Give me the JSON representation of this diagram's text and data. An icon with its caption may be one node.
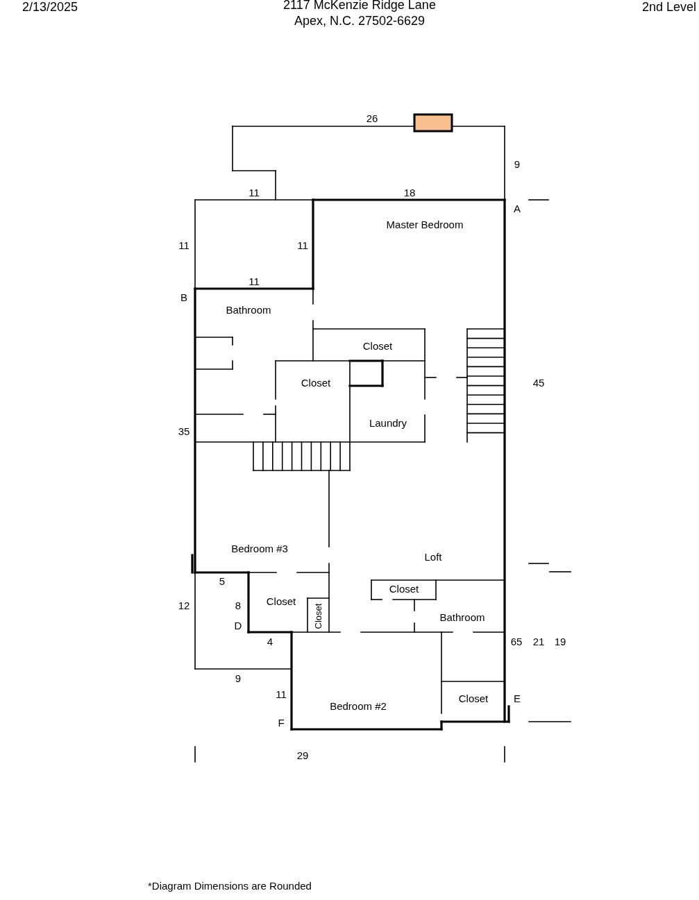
{
  "diagram": {
    "title": "2117 McKenzie Ridge Lane Apex, N.C. 27502-6629",
    "caption": "*Diagram Dimensions are Rounded",
    "labels": [
      "2/13/2025",
      "2nd Level",
      "26",
      "9",
      "11",
      "18",
      "A",
      "Master Bedroom",
      "11",
      "11",
      "11",
      "B",
      "Bathroom",
      "Closet",
      "Closet",
      "45",
      "Laundry",
      "35",
      "Bedroom #3",
      "Loft",
      "5",
      "Closet",
      "12",
      "8",
      "Closet",
      "Closet",
      "Bathroom",
      "D",
      "4",
      "65",
      "21",
      "19",
      "9",
      "11",
      "Closet",
      "E",
      "Bedroom #2",
      "F",
      "29"
    ]
  }
}
